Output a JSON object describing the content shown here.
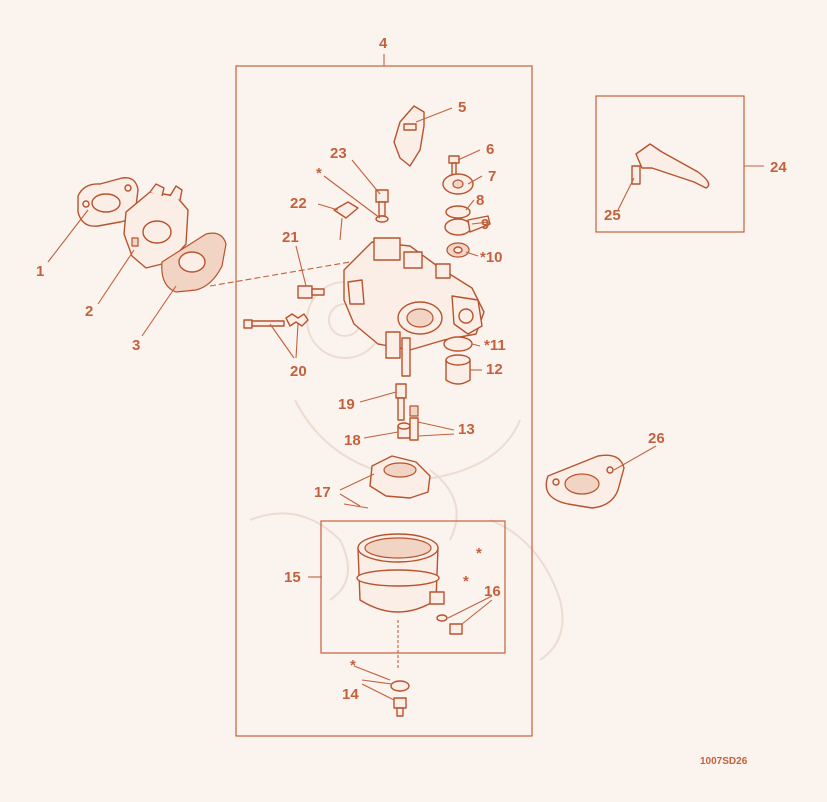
{
  "colors": {
    "ink": "#c4613c",
    "background": "#fbf3ee"
  },
  "diagram_code": "1007SD26",
  "callouts": {
    "c1": "1",
    "c2": "2",
    "c3": "3",
    "c4": "4",
    "c5": "5",
    "c6": "6",
    "c7": "7",
    "c8": "8",
    "c9": "9",
    "c10": "*10",
    "c11": "*11",
    "c12": "12",
    "c13": "13",
    "c14": "14",
    "c15": "15",
    "c16": "16",
    "c17": "17",
    "c18": "18",
    "c19": "19",
    "c20": "20",
    "c21": "21",
    "c22": "22",
    "c23": "23",
    "c24": "24",
    "c25": "25",
    "c26": "26",
    "star": "*"
  }
}
